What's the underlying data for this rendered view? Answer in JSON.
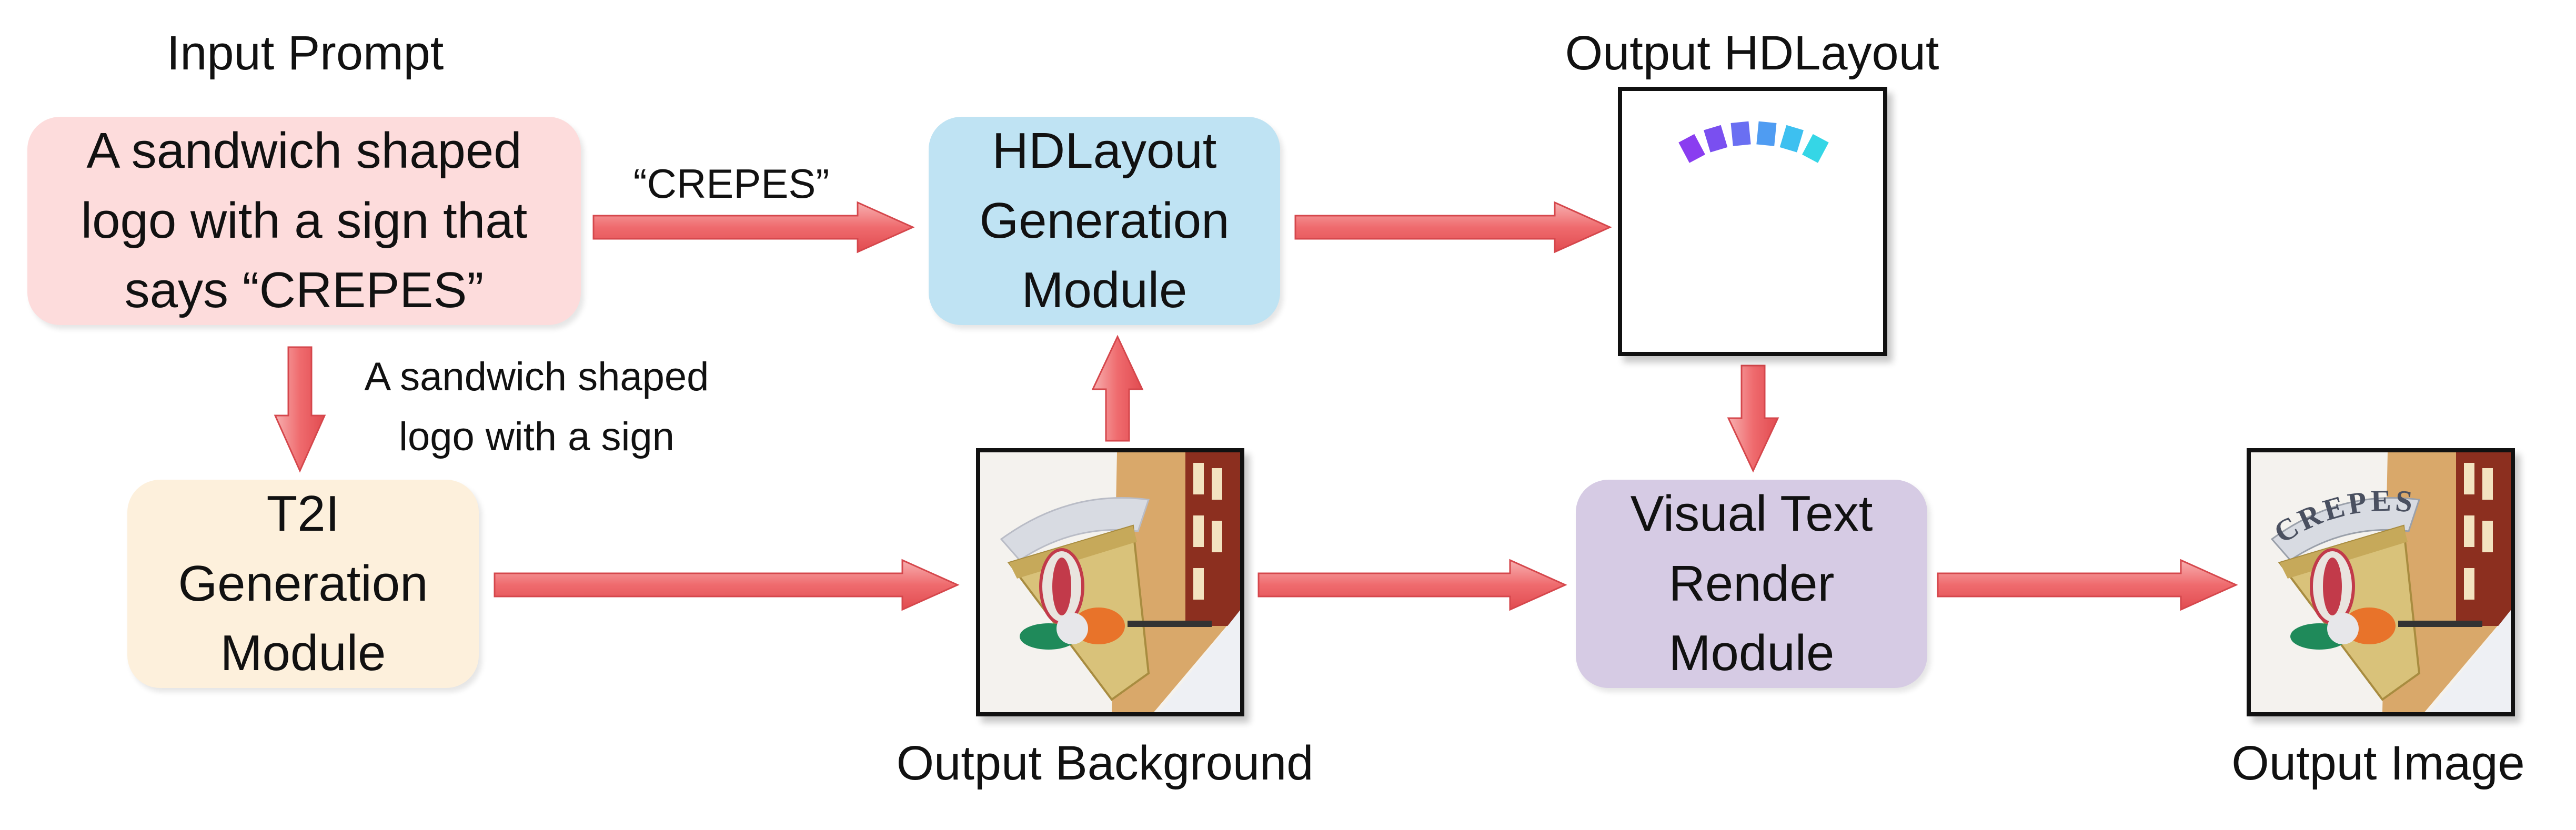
{
  "labels": {
    "input_prompt": "Input Prompt",
    "output_hdlayout": "Output HDLayout",
    "output_background": "Output Background",
    "output_image": "Output Image"
  },
  "input_box": {
    "lines": [
      "A sandwich shaped",
      "logo with a sign that",
      "says “CREPES”"
    ],
    "color": "#fddcdc"
  },
  "hdlayout_box": {
    "lines": [
      "HDLayout",
      "Generation",
      "Module"
    ],
    "color": "#bfe3f3"
  },
  "t2i_box": {
    "lines": [
      "T2I",
      "Generation",
      "Module"
    ],
    "color": "#fdf0dc"
  },
  "render_box": {
    "lines": [
      "Visual Text",
      "Render",
      "Module"
    ],
    "color": "#d6cbe4"
  },
  "edge_labels": {
    "crepes": "“CREPES”",
    "prompt_part": [
      "A sandwich shaped",
      "logo with a sign"
    ]
  },
  "output_image_text": "CREPES",
  "layout_box_colors": [
    "#8a3df0",
    "#7a4ff0",
    "#6a6ff2",
    "#4f9cf2",
    "#3dc0f0",
    "#35d6e6"
  ],
  "arrow_color": "#e8555a"
}
